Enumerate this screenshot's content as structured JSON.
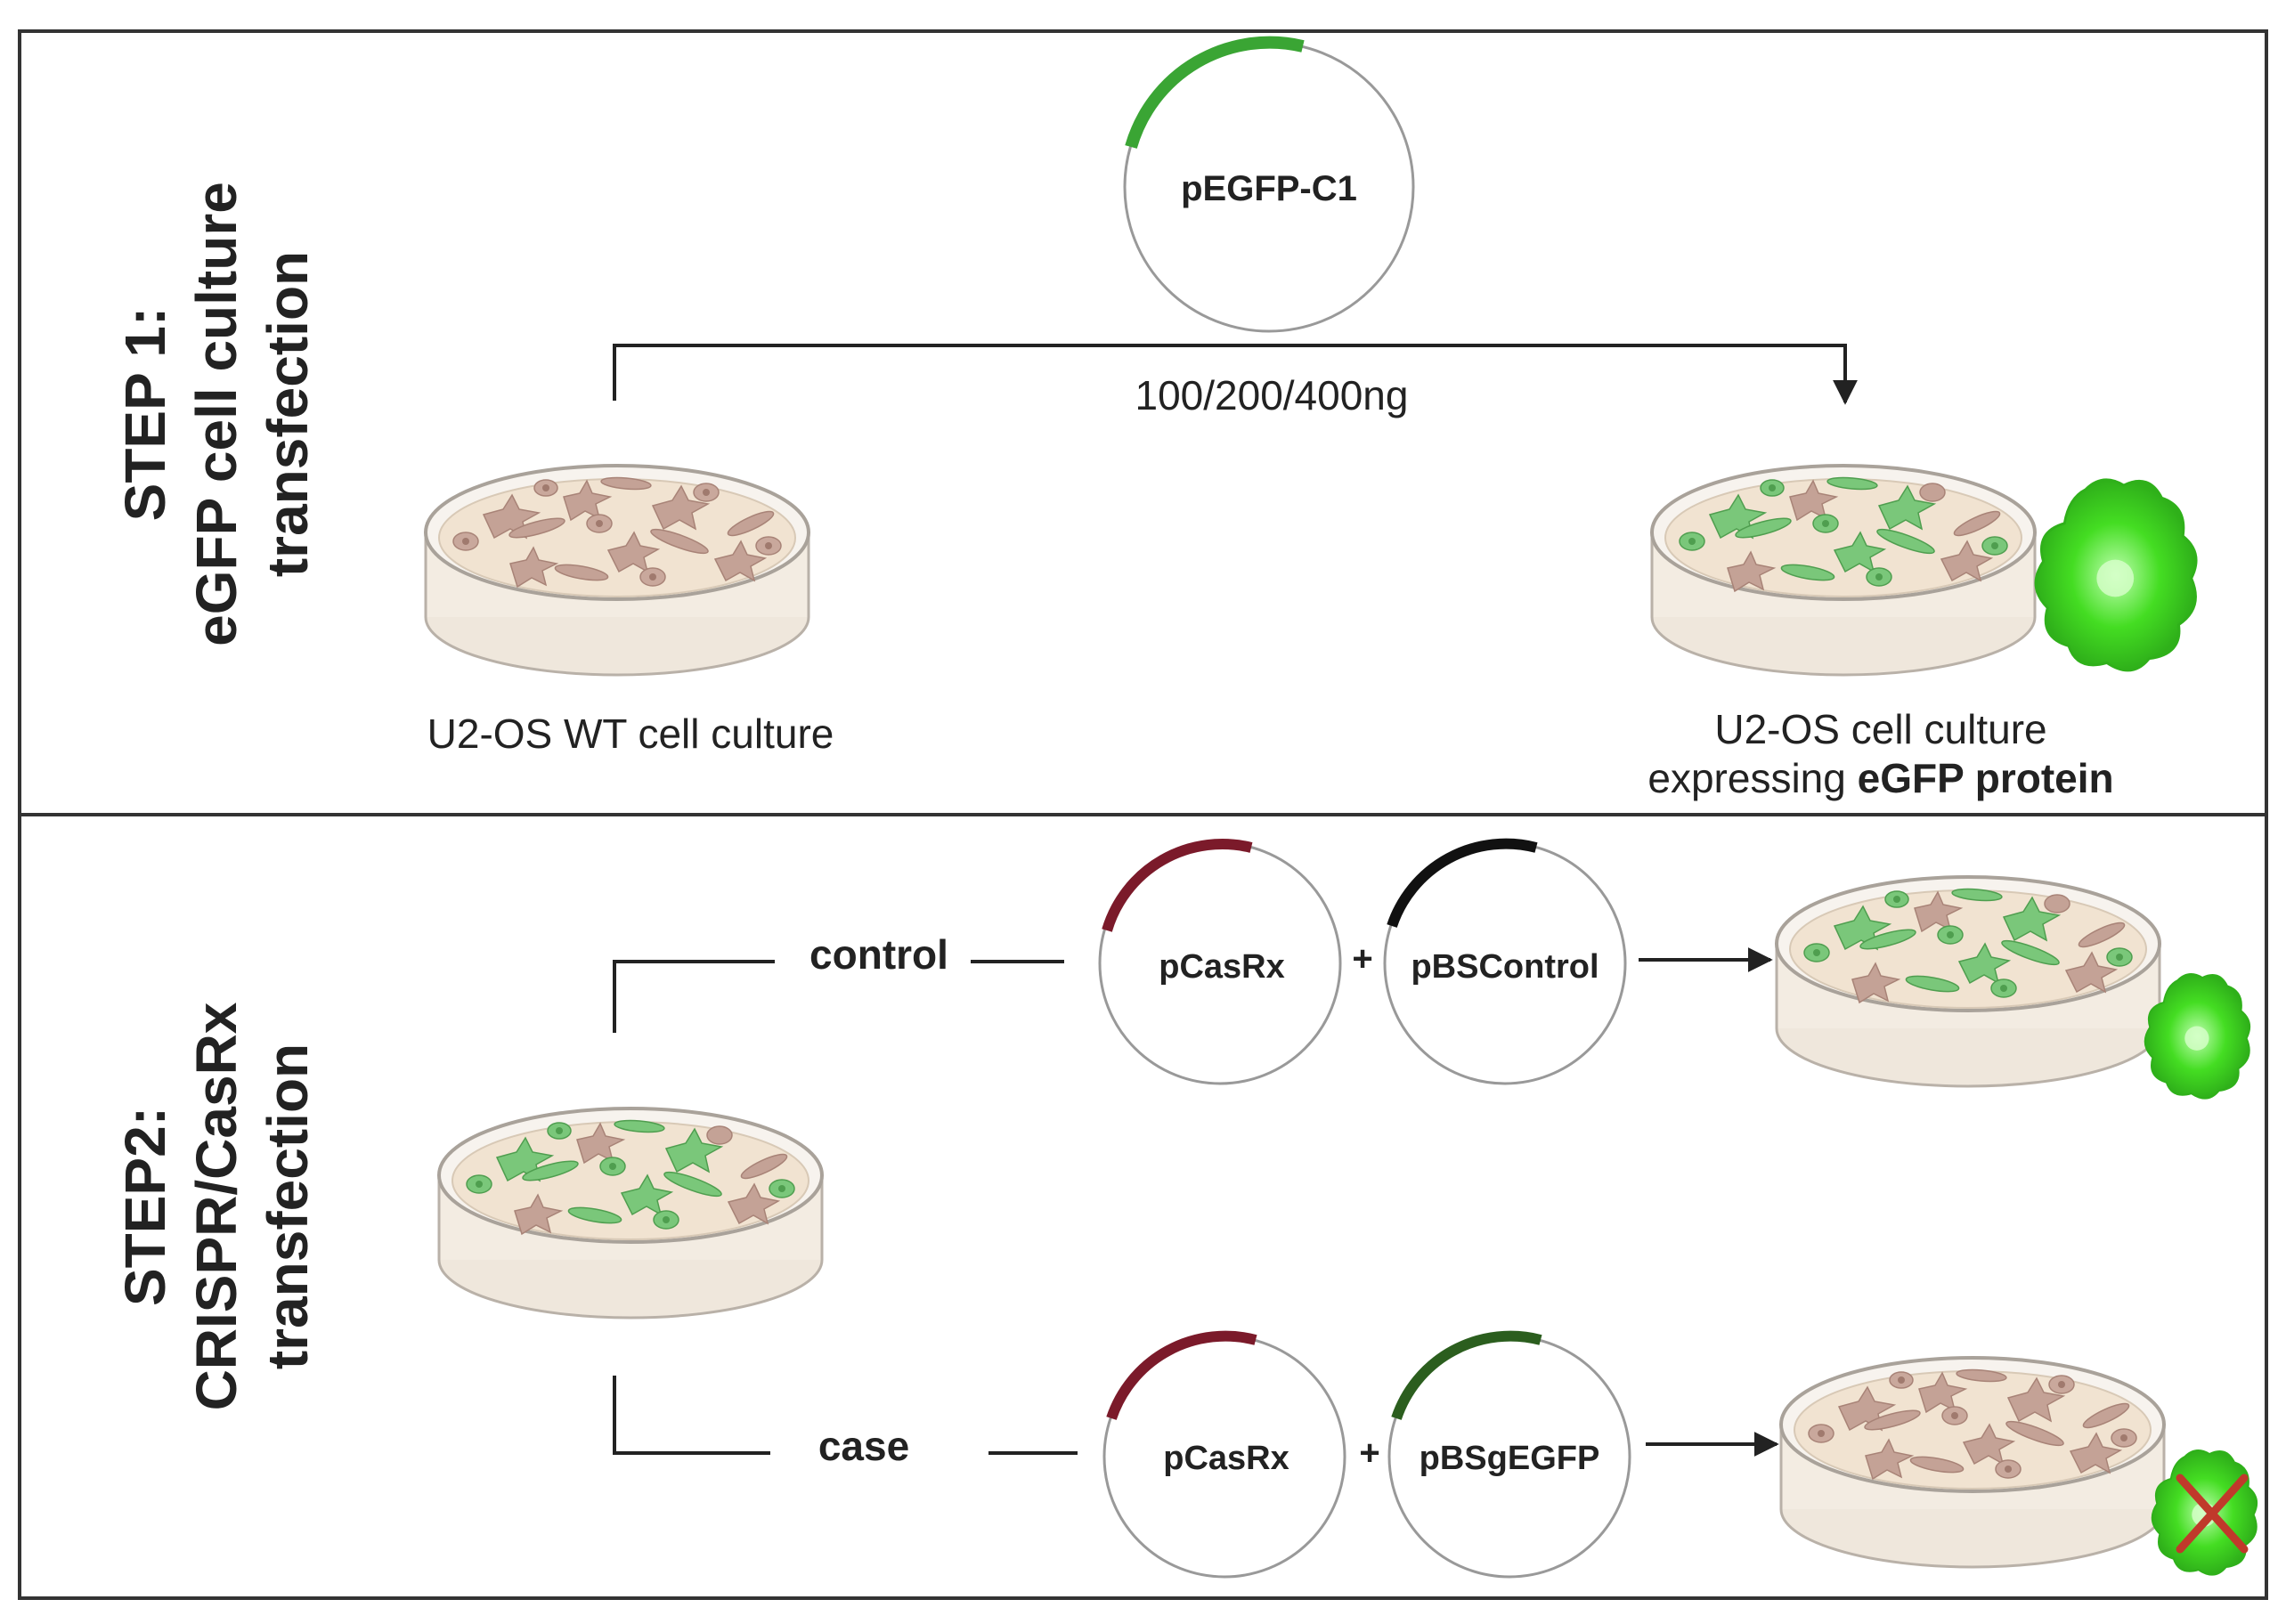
{
  "step1": {
    "title_line1": "STEP 1:",
    "title_line2": "eGFP cell culture",
    "title_line3": "transfection",
    "plasmid": "pEGFP-C1",
    "dose": "100/200/400ng",
    "wt_label": "U2-OS WT cell culture",
    "result_line1": "U2-OS cell culture",
    "result_line2_prefix": "expressing ",
    "result_line2_bold": "eGFP protein"
  },
  "step2": {
    "title_line1": "STEP2:",
    "title_line2": "CRISPR/CasRx",
    "title_line3": "transfection",
    "control": {
      "label": "control",
      "plasmid_a": "pCasRx",
      "plus": "+",
      "plasmid_b": "pBSControl"
    },
    "case": {
      "label": "case",
      "plasmid_a": "pCasRx",
      "plus": "+",
      "plasmid_b": "pBSgEGFP"
    }
  },
  "colors": {
    "egfp_green": "#3aa534",
    "pcasrx_red": "#7b1a2a",
    "pbscontrol_black": "#111111",
    "pbsgegfp_green": "#2b5e1e",
    "protein_green": "#44dd22",
    "cross_red": "#c0392b",
    "dish_medium": "#f2e4d4",
    "cell_brown": "#c4a296",
    "cell_green": "#7ac77a"
  }
}
